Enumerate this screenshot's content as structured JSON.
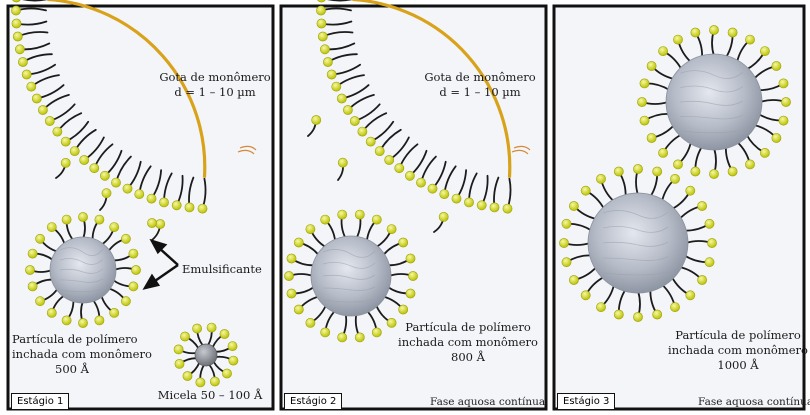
{
  "colors": {
    "frame": "#111111",
    "panel_bg": "#f3f4f8",
    "droplet_edge": "#d9a21b",
    "tail": "#1c1c1c",
    "head": "#d6dd12",
    "particle": "#b9bec9",
    "micelle_core": "#8c8f96"
  },
  "panels": [
    {
      "stage_label": "Estágio 1",
      "droplet_label": [
        "Gota de monômero",
        "d = 1 – 10 µm"
      ],
      "emulsifier_label": "Emulsificante",
      "particle_label": [
        "Partícula de polímero",
        "inchada com monômero",
        "500 Å"
      ],
      "micelle_label": "Micela 50 – 100 Å"
    },
    {
      "stage_label": "Estágio 2",
      "droplet_label": [
        "Gota de monômero",
        "d = 1 – 10 µm"
      ],
      "particle_label": [
        "Partícula de polímero",
        "inchada com monômero",
        "800 Å"
      ],
      "phase_label": "Fase aquosa contínua"
    },
    {
      "stage_label": "Estágio 3",
      "particle_label": [
        "Partícula de polímero",
        "inchada com monômero",
        "1000 Å"
      ],
      "phase_label": "Fase aquosa contínua"
    }
  ]
}
